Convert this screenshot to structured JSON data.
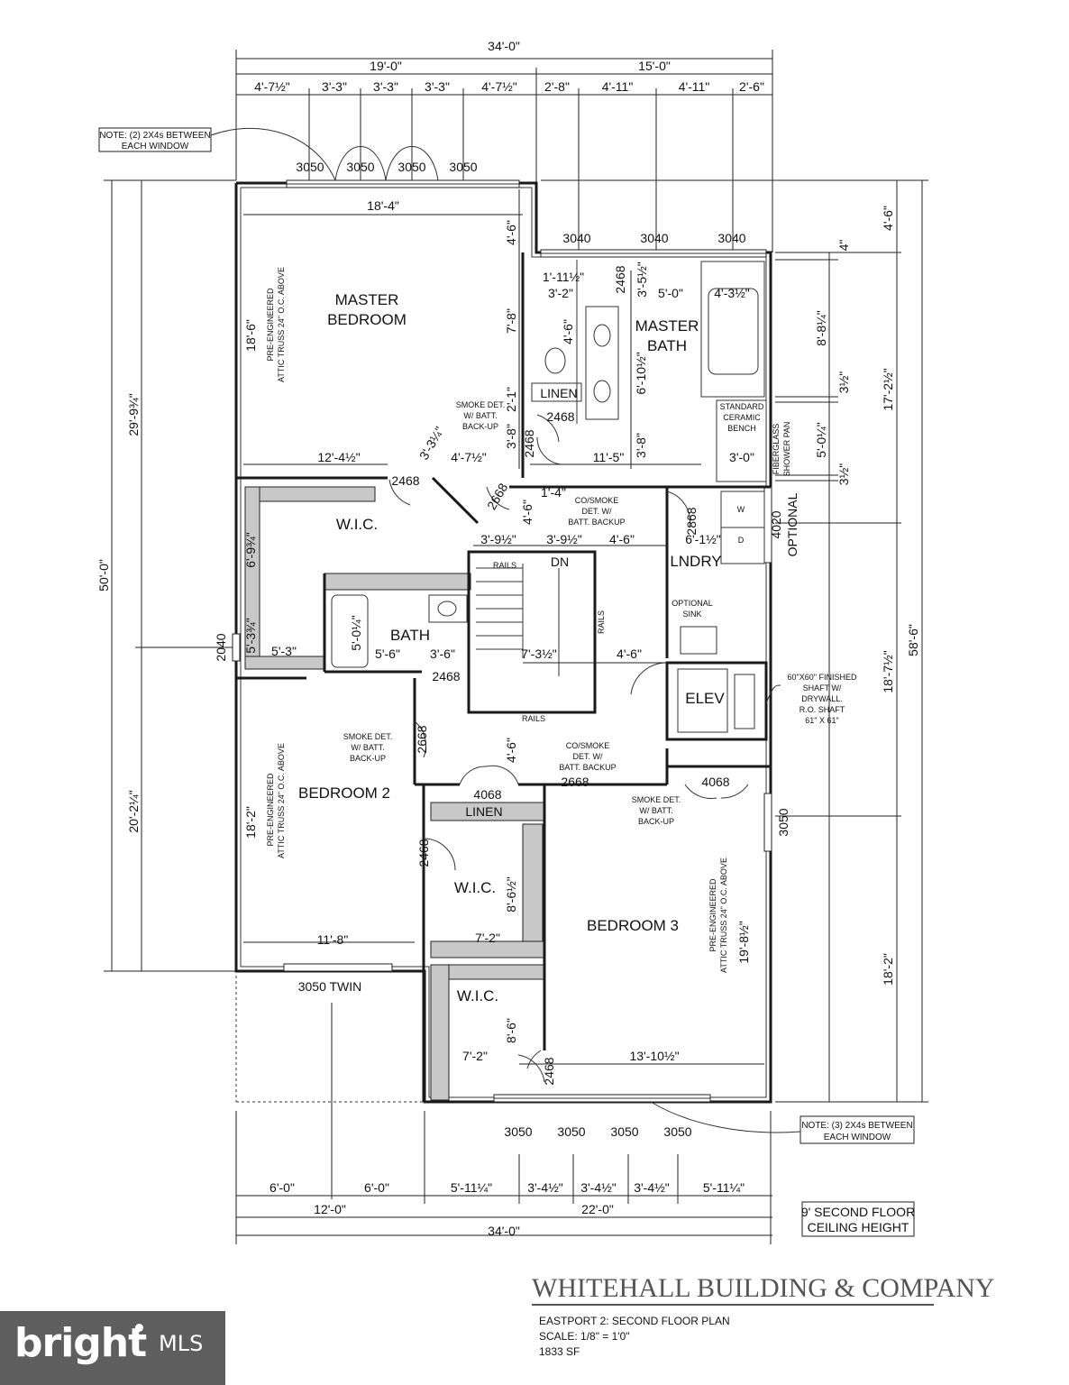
{
  "plan": {
    "overall_top": "34'-0\"",
    "top_left_span": "19'-0\"",
    "top_right_span": "15'-0\"",
    "top_segments": [
      "4'-7½\"",
      "3'-3\"",
      "3'-3\"",
      "3'-3\"",
      "4'-7½\"",
      "2'-8\"",
      "4'-11\"",
      "4'-11\"",
      "2'-6\""
    ],
    "overall_bottom": "34'-0\"",
    "bottom_left_span": "12'-0\"",
    "bottom_right_span": "22'-0\"",
    "bottom_segments": [
      "6'-0\"",
      "6'-0\"",
      "5'-11¼\"",
      "3'-4½\"",
      "3'-4½\"",
      "3'-4½\"",
      "5'-11¼\""
    ],
    "left_overall": "50'-0\"",
    "left_upper": "29'-9¾\"",
    "left_lower": "20'-2¼\"",
    "right_overall": "58'-6\"",
    "right_segments": [
      "4'-6\"",
      "17'-2½\"",
      "18'-7½\"",
      "18'-2\""
    ],
    "right_inner": [
      "4\"",
      "8'-8¼\"",
      "3½\"",
      "5'-0¼\"",
      "3½\""
    ],
    "note_top": [
      "NOTE: (2) 2X4s BETWEEN",
      "EACH WINDOW"
    ],
    "note_bottom": [
      "NOTE: (3) 2X4s BETWEEN",
      "EACH WINDOW"
    ],
    "ceiling_note": [
      "9' SECOND FLOOR",
      "CEILING HEIGHT"
    ],
    "rooms": {
      "master_bedroom": [
        "MASTER",
        "BEDROOM"
      ],
      "master_bath": [
        "MASTER",
        "BATH"
      ],
      "wic1": "W.I.C.",
      "bath": "BATH",
      "linen1": "LINEN",
      "linen2": "LINEN",
      "lndry": "LNDRY",
      "elev": "ELEV",
      "bedroom2": "BEDROOM 2",
      "bedroom3": "BEDROOM 3",
      "wic2": "W.I.C.",
      "wic3": "W.I.C.",
      "dn": "DN"
    },
    "windows": {
      "top": [
        "3050",
        "3050",
        "3050",
        "3050"
      ],
      "master_bath": [
        "3040",
        "3040",
        "3040"
      ],
      "bottom": [
        "3050",
        "3050",
        "3050",
        "3050"
      ],
      "twin": "3050 TWIN",
      "left": "2040",
      "right_optional": [
        "4020",
        "OPTIONAL"
      ],
      "right_bed3": "3050"
    },
    "doors": [
      "2468",
      "2468",
      "2468",
      "2668",
      "2868",
      "2468",
      "2668",
      "2668",
      "4068",
      "4068",
      "2468",
      "2468",
      "2468"
    ],
    "interior_dims": [
      "18'-4\"",
      "18'-6\"",
      "4'-6\"",
      "7'-8\"",
      "2'-1\"",
      "3'-8\"",
      "12'-4½\"",
      "3'-3¼\"",
      "4'-7½\"",
      "1'-11½\"",
      "3'-2\"",
      "3'-5½\"",
      "5'-0\"",
      "4'-3½\"",
      "4'-6\"",
      "6'-10½\"",
      "3'-8\"",
      "11'-5\"",
      "3'-0\"",
      "1'-4\"",
      "4'-6\"",
      "3'-9½\"",
      "3'-9½\"",
      "4'-6\"",
      "6'-1½\"",
      "6'-9¾\"",
      "5'-3¾\"",
      "5'-3\"",
      "5'-0¼\"",
      "5'-6\"",
      "3'-6\"",
      "7'-3½\"",
      "4'-6\"",
      "4'-6\"",
      "18'-2\"",
      "11'-8\"",
      "8'-6½\"",
      "7'-2\"",
      "19'-8½\"",
      "8'-6\"",
      "7'-2\"",
      "13'-10½\""
    ],
    "labels": {
      "truss_master": [
        "PRE-ENGINEERED",
        "ATTIC TRUSS 24\" O.C. ABOVE"
      ],
      "truss_bed2": [
        "PRE-ENGINEERED",
        "ATTIC TRUSS 24\" O.C. ABOVE"
      ],
      "truss_bed3": [
        "PRE-ENGINEERED",
        "ATTIC TRUSS 24\" O.C. ABOVE"
      ],
      "smoke_master": [
        "SMOKE DET.",
        "W/ BATT.",
        "BACK-UP"
      ],
      "co_hall": [
        "CO/SMOKE",
        "DET. W/",
        "BATT. BACKUP"
      ],
      "smoke_bed2": [
        "SMOKE DET.",
        "W/ BATT.",
        "BACK-UP"
      ],
      "co_hall2": [
        "CO/SMOKE",
        "DET. W/",
        "BATT. BACKUP"
      ],
      "smoke_bed3": [
        "SMOKE DET.",
        "W/ BATT.",
        "BACK-UP"
      ],
      "bench": [
        "STANDARD",
        "CERAMIC",
        "BENCH"
      ],
      "shower": [
        "FIBERGLASS",
        "SHOWER PAN"
      ],
      "sink": [
        "OPTIONAL",
        "SINK"
      ],
      "shaft": [
        "60\"X60\" FINISHED",
        "SHAFT W/",
        "DRYWALL.",
        "R.O. SHAFT",
        "61\" X 61\""
      ],
      "rails1": "RAILS",
      "rails2": "RAILS",
      "rails3": "RAILS",
      "washer": "W",
      "dryer": "D"
    }
  },
  "title_block": {
    "company": "WHITEHALL BUILDING & COMPANY",
    "plan_name": "EASTPORT 2: SECOND FLOOR PLAN",
    "scale": "SCALE: 1/8\" = 1'0\"",
    "area": "1833 SF"
  },
  "watermark": {
    "brand": "bright",
    "suffix": "MLS"
  }
}
